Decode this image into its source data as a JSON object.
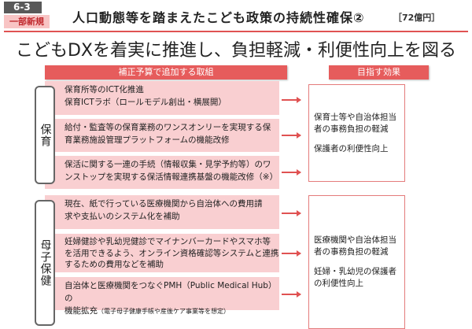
{
  "header": {
    "number": "6-3",
    "tag": "一部新規",
    "title": "人口動態等を踏まえたこども政策の持続性確保②",
    "budget": "［72億円］"
  },
  "subtitle": "こどもDXを着実に推進し、負担軽減・利便性向上を図る",
  "columns": {
    "left": "補正予算で追加する取組",
    "right": "目指す効果"
  },
  "sections": [
    {
      "label": "保育",
      "items": [
        {
          "lines": [
            "保育所等のICT化推進",
            "保育ICTラボ（ロールモデル創出・横展開）"
          ]
        },
        {
          "lines": [
            "給付・監査等の保育業務のワンスオンリーを実現する保",
            "育業務施設管理プラットフォームの機能改修"
          ]
        },
        {
          "lines": [
            "保活に関する一連の手続（情報収集・見学予約等）のワ",
            "ンストップを実現する保活情報連携基盤の機能改修（※）"
          ]
        }
      ],
      "effects": [
        "保育士等や自治体担当者の事務負担の軽減",
        "保護者の利便性向上"
      ]
    },
    {
      "label": "母子保健",
      "items": [
        {
          "lines": [
            "現在、紙で行っている医療機関から自治体への費用請",
            "求や支払いのシステム化を補助"
          ]
        },
        {
          "lines": [
            "妊婦健診や乳幼児健診でマイナンバーカードやスマホ等",
            "を活用できるよう、オンライン資格確認等システムと連携",
            "するための費用などを補助"
          ]
        },
        {
          "lines": [
            "自治体と医療機関をつなぐPMH（Public Medical Hub）の",
            "機能拡充"
          ],
          "note": "（電子母子健康手帳や産後ケア事業等を想定）"
        }
      ],
      "effects": [
        "医療機関や自治体担当者の事務負担の軽減",
        "妊婦・乳幼児の保護者の利便性向上"
      ]
    }
  ],
  "colors": {
    "accent": "#e65c5c",
    "row_fill": "#f9cfd1",
    "tag_fill": "#f8c4c4"
  }
}
